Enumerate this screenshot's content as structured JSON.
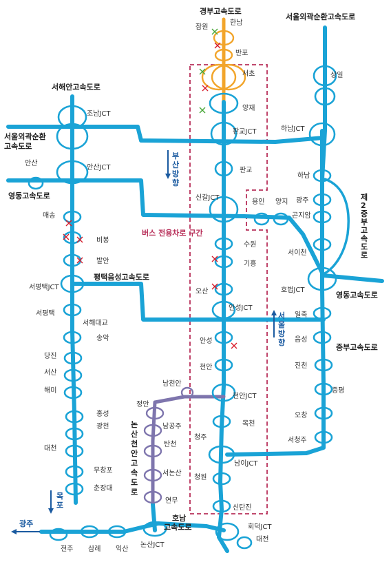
{
  "highways": {
    "gyeongbu": "경부고속도로",
    "seoul_ring_ne": "서울외곽순환고속도로",
    "seohaean": "서해안고속도로",
    "seoul_ring_w_1": "서울외곽순환",
    "seoul_ring_w_2": "고속도로",
    "yeongdong": "영동고속도로",
    "pyeongtaek_eumseong": "평택음성고속도로",
    "jungbu2_1": "제",
    "jungbu2_2": "2",
    "jungbu2_3": "중",
    "jungbu2_4": "부",
    "jungbu2_5": "고",
    "jungbu2_6": "속",
    "jungbu2_7": "도",
    "jungbu2_8": "로",
    "yeongdong_e": "영동고속도로",
    "jungbu": "중부고속도로",
    "nonsan_1": "논",
    "nonsan_2": "산",
    "nonsan_3": "천",
    "nonsan_4": "안",
    "nonsan_5": "고",
    "nonsan_6": "속",
    "nonsan_7": "도",
    "nonsan_8": "로",
    "honam_1": "호남",
    "honam_2": "고속도로"
  },
  "bus_lane_label": "버스 전용차로 구간",
  "directions": {
    "busan_1": "부",
    "busan_2": "산",
    "busan_3": "방",
    "busan_4": "향",
    "seoul_1": "서",
    "seoul_2": "울",
    "seoul_3": "방",
    "seoul_4": "향",
    "mokpo_1": "목",
    "mokpo_2": "포",
    "gwangju": "광주"
  },
  "places": {
    "jamwon": "잠원",
    "hannam": "한남",
    "banpo": "반포",
    "seocho": "서초",
    "yangjae": "양재",
    "pangyo_jct": "판교JCT",
    "pangyo": "판교",
    "singal_jct": "신갈JCT",
    "suwon": "수원",
    "giheung": "기흥",
    "osan": "오산",
    "anseong_jct": "안성JCT",
    "anseong": "안성",
    "cheonan": "천안",
    "cheonan_jct": "천안JCT",
    "namcheonan": "남천안",
    "okcheon": "목천",
    "cheongju": "청주",
    "namiv_jct": "남이JCT",
    "cheongwon": "청원",
    "sintanjin": "신탄진",
    "hoedeok_jct": "회덕JCT",
    "daejeon": "대전",
    "sangil": "상일",
    "hanam_jct": "하남JCT",
    "hanam": "하남",
    "gwangju_e": "광주",
    "gonjiam": "곤지암",
    "yongin": "용인",
    "yangji": "양지",
    "icheon": "서이천",
    "hobeop_jct": "호법JCT",
    "iljuk": "일죽",
    "eumseong": "음성",
    "jincheon": "진천",
    "jeungpyeong": "증평",
    "ochang": "오창",
    "seocheongju": "서청주",
    "jonam_jct": "조남JCT",
    "ansan": "안산",
    "ansan_jct": "안산JCT",
    "maesong": "매송",
    "bibong": "비봉",
    "balan": "발안",
    "seopyeongtaek_jct": "서평택JCT",
    "seopyeongtaek": "서평택",
    "seohae_bridge": "서해대교",
    "songak": "송악",
    "dangjin": "당진",
    "seosan": "서산",
    "haemi": "해미",
    "hongseong": "홍성",
    "gwangcheon": "광천",
    "daecheon": "대천",
    "muchangpo": "무창포",
    "chunjangdae": "춘장대",
    "jeongan": "정안",
    "namgongju": "남공주",
    "tancheon": "탄천",
    "seononsan": "서논산",
    "yeonmu": "연무",
    "nonsan_jct": "논산JCT",
    "jeonju": "전주",
    "samrye": "삼례",
    "iksan": "익산"
  },
  "colors": {
    "highway": "#1aa3d6",
    "nonsan_cheonan": "#7e75ad",
    "gyeongbu_north": "#f2a52b",
    "bus_lane": "#b8305a",
    "direction_arrow": "#1a5aa0"
  }
}
